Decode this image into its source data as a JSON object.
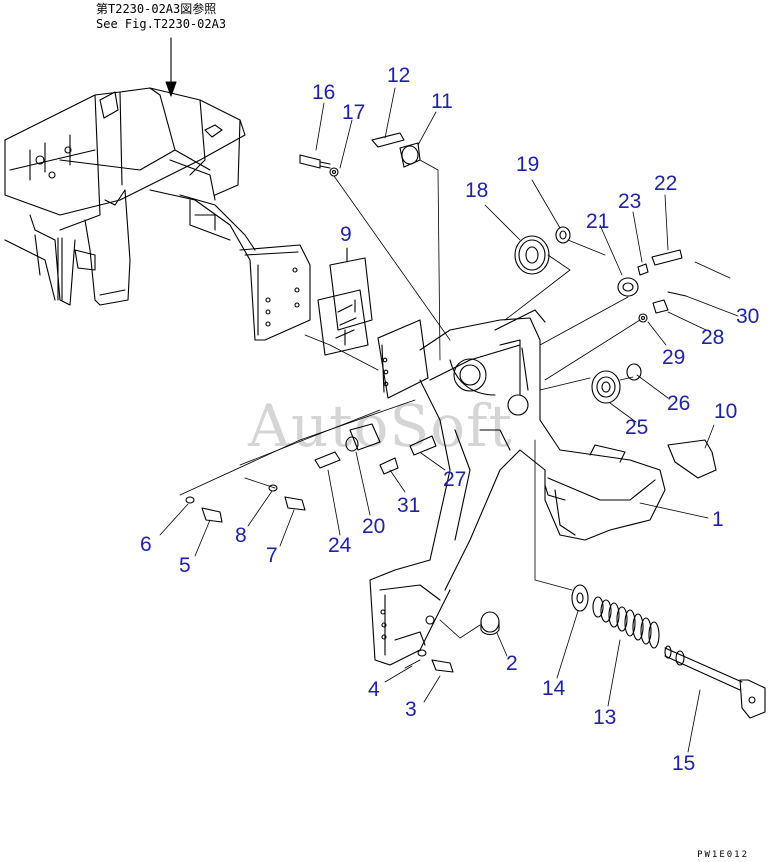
{
  "reference": {
    "line_jp": "第T2230-02A3図参照",
    "line_en": "See Fig.T2230-02A3"
  },
  "watermark": "AutoSoft",
  "figure_code": "PW1E012",
  "callout_color": "#1d22a8",
  "callouts": [
    {
      "id": "1",
      "label": "1"
    },
    {
      "id": "2",
      "label": "2"
    },
    {
      "id": "3",
      "label": "3"
    },
    {
      "id": "4",
      "label": "4"
    },
    {
      "id": "5",
      "label": "5"
    },
    {
      "id": "6",
      "label": "6"
    },
    {
      "id": "7",
      "label": "7"
    },
    {
      "id": "8",
      "label": "8"
    },
    {
      "id": "9",
      "label": "9"
    },
    {
      "id": "10",
      "label": "10"
    },
    {
      "id": "11",
      "label": "11"
    },
    {
      "id": "12",
      "label": "12"
    },
    {
      "id": "13",
      "label": "13"
    },
    {
      "id": "14",
      "label": "14"
    },
    {
      "id": "15",
      "label": "15"
    },
    {
      "id": "16",
      "label": "16"
    },
    {
      "id": "17",
      "label": "17"
    },
    {
      "id": "18",
      "label": "18"
    },
    {
      "id": "19",
      "label": "19"
    },
    {
      "id": "20",
      "label": "20"
    },
    {
      "id": "21",
      "label": "21"
    },
    {
      "id": "22",
      "label": "22"
    },
    {
      "id": "23",
      "label": "23"
    },
    {
      "id": "24",
      "label": "24"
    },
    {
      "id": "25",
      "label": "25"
    },
    {
      "id": "26",
      "label": "26"
    },
    {
      "id": "27",
      "label": "27"
    },
    {
      "id": "28",
      "label": "28"
    },
    {
      "id": "29",
      "label": "29"
    },
    {
      "id": "30",
      "label": "30"
    },
    {
      "id": "31",
      "label": "31"
    }
  ]
}
